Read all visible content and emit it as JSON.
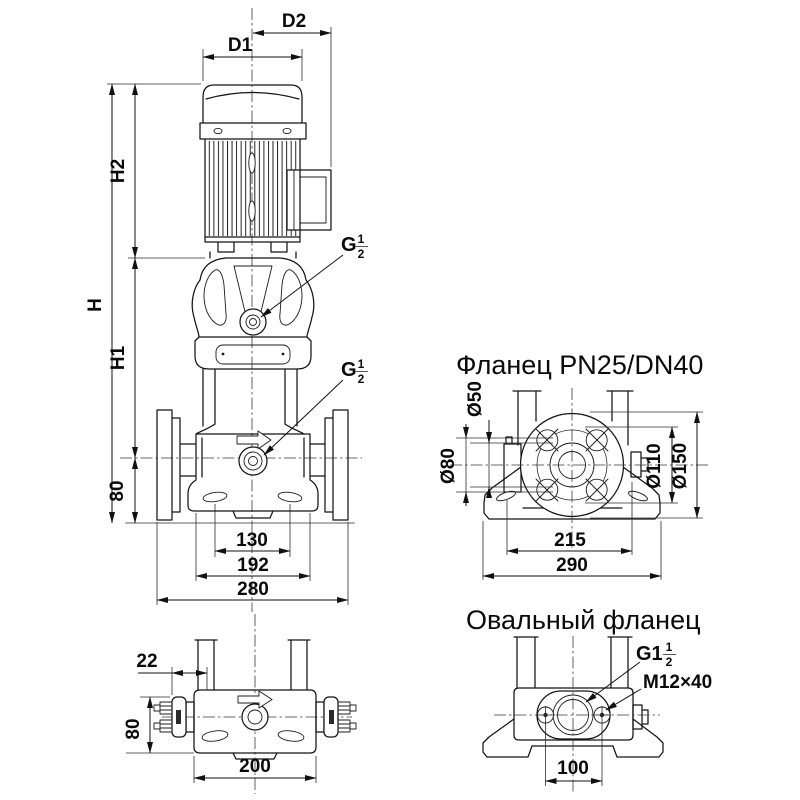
{
  "front_view": {
    "dim_d1": "D1",
    "dim_d2": "D2",
    "dim_h": "H",
    "dim_h1": "H1",
    "dim_h2": "H2",
    "dim_port_height": "80",
    "dim_foot_holes": "130",
    "dim_base_width": "192",
    "dim_flange_span": "280",
    "gauge_port": {
      "prefix": "G",
      "num": "1",
      "den": "2"
    },
    "drain_port": {
      "prefix": "G",
      "num": "1",
      "den": "2"
    }
  },
  "flange_view": {
    "title": "Фланец PN25/DN40",
    "dim_bore": "Ø50",
    "dim_hub": "Ø80",
    "dim_bolt_circle": "Ø110",
    "dim_outer": "Ø150",
    "dim_holes_span": "215",
    "dim_base_width": "290"
  },
  "bottom_view": {
    "dim_flange_offset": "22",
    "dim_depth": "80",
    "dim_base_width": "200"
  },
  "oval_view": {
    "title": "Овальный фланец",
    "thread": {
      "prefix": "G1",
      "num": "1",
      "den": "2"
    },
    "bolt_label": "M12×40",
    "dim_holes": "100"
  }
}
